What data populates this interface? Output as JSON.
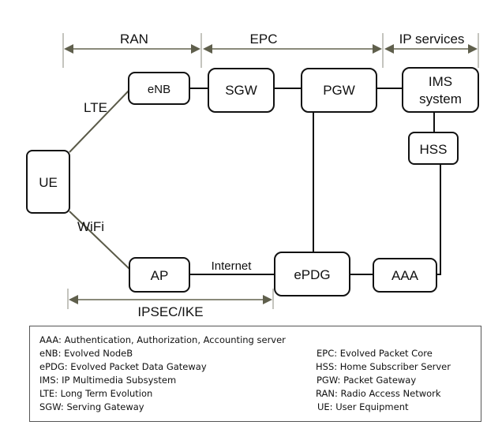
{
  "domains": [
    {
      "id": "ran",
      "label": "RAN"
    },
    {
      "id": "epc",
      "label": "EPC"
    },
    {
      "id": "ip",
      "label": "IP services"
    }
  ],
  "nodes": {
    "enb": "eNB",
    "sgw": "SGW",
    "pgw": "PGW",
    "ims_line1": "IMS",
    "ims_line2": "system",
    "hss": "HSS",
    "ue": "UE",
    "ap": "AP",
    "epdg": "ePDG",
    "aaa": "AAA"
  },
  "link_labels": {
    "lte": "LTE",
    "wifi": "WiFi",
    "internet": "Internet",
    "ipsec": "IPSEC/IKE"
  },
  "legend": {
    "left": [
      "AAA: Authentication, Authorization, Accounting server",
      "eNB: Evolved NodeB",
      "ePDG: Evolved Packet Data Gateway",
      "IMS: IP Multimedia Subsystem",
      "LTE: Long Term Evolution",
      "SGW: Serving Gateway"
    ],
    "right": [
      "EPC: Evolved Packet Core",
      "HSS: Home Subscriber Server",
      "PGW: Packet Gateway",
      "RAN: Radio Access Network",
      "UE: User Equipment"
    ]
  }
}
